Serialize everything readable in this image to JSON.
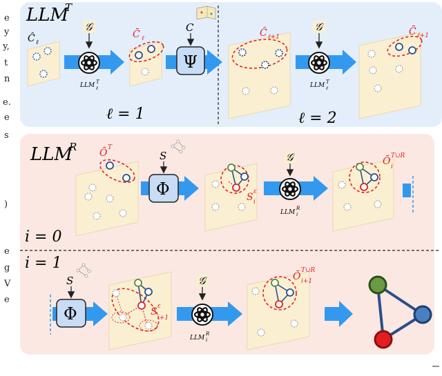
{
  "left_margin_text": [
    "e",
    "y",
    "y,",
    "t",
    "n",
    "e.",
    "e",
    "s",
    ")",
    "e",
    "g",
    "V",
    "e"
  ],
  "top_panel": {
    "title": "LLM",
    "title_sup": "T",
    "c_hat_l": "Ĉ",
    "c_hat_l_sub": "ℓ",
    "c_bar_l": "C̄",
    "c_bar_l_sub": "ℓ",
    "g_label": "𝒢",
    "c_label": "C",
    "psi_label": "Ψ",
    "llm_label": "LLM",
    "llm_sub": "ℓ",
    "llm_sup": "T",
    "c_hat_l1": "Ĉ",
    "c_hat_l1_sub": "ℓ+1",
    "c_bar_l1": "C̄",
    "c_bar_l1_sub": "ℓ+1",
    "ell1": "ℓ = 1",
    "ell2": "ℓ = 2"
  },
  "bottom_panel": {
    "title": "LLM",
    "title_sup": "R",
    "o_bar_t": "Ō",
    "o_bar_t_sup": "T",
    "s_label": "S",
    "phi_label": "Φ",
    "s_e_label": "S",
    "s_e_sup": "ε",
    "s_e_sub": "i",
    "g_label": "𝒢",
    "llm_label": "LLM",
    "llm_sub": "i",
    "llm_sup": "R",
    "o_bar_tr": "Ō",
    "o_bar_tr_sup": "T∪R",
    "o_bar_tr_sub": "i",
    "i0": "i = 0",
    "i1": "i = 1",
    "s_label_2": "S",
    "phi_label_2": "Φ",
    "s_e_sub_2": "i+1",
    "llm_sub_2": "i",
    "o_bar_tr_sub_2": "i+1"
  },
  "colors": {
    "top_bg": "#e3eefa",
    "bottom_bg": "#fbe8e3",
    "card": "#fbefd2",
    "arrow": "#3399ee",
    "red": "#e02020",
    "node_blue": "#4a7fc1",
    "node_green": "#6c9a44"
  }
}
